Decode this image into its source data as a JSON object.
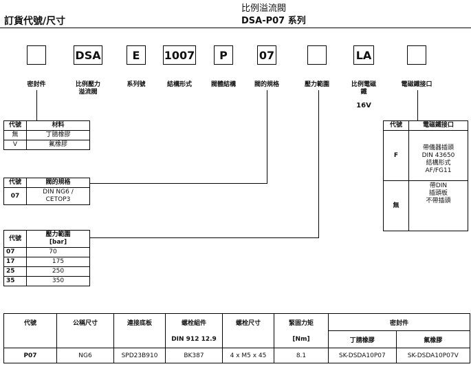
{
  "header": {
    "left_title": "訂貨代號/尺寸",
    "right_line1": "比例溢流閥",
    "right_line2": "DSA-P07 系列"
  },
  "code_boxes": [
    {
      "value": "",
      "label": "密封件"
    },
    {
      "value": "DSA",
      "label": "比例壓力\n溢流閥"
    },
    {
      "value": "E",
      "label": "系列號"
    },
    {
      "value": "1007",
      "label": "結構形式"
    },
    {
      "value": "P",
      "label": "閥體結構"
    },
    {
      "value": "07",
      "label": "閥的規格"
    },
    {
      "value": "",
      "label": "壓力範圍"
    },
    {
      "value": "LA",
      "label": "比例電磁\n鐵"
    },
    {
      "value": "",
      "label": "電磁鐵接口"
    }
  ],
  "voltage_note": "16V",
  "seal_table": {
    "headers": [
      "代號",
      "材料"
    ],
    "rows": [
      [
        "無",
        "丁腈橡膠"
      ],
      [
        "V",
        "氟橡膠"
      ]
    ]
  },
  "size_table": {
    "headers": [
      "代號",
      "閥的規格"
    ],
    "rows": [
      [
        "07",
        "DIN NG6 /\nCETOP3"
      ]
    ]
  },
  "pressure_table": {
    "headers": [
      "代號",
      "壓力範圍"
    ],
    "unit": "[bar]",
    "rows": [
      [
        "07",
        "70"
      ],
      [
        "17",
        "175"
      ],
      [
        "25",
        "250"
      ],
      [
        "35",
        "350"
      ]
    ]
  },
  "connector_table": {
    "headers": [
      "代號",
      "電磁鐵接口"
    ],
    "rows": [
      [
        "F",
        "帶儀器插頭\nDIN 43650\n結構形式\nAF/FG11"
      ],
      [
        "無",
        "帶DIN\n插頭板\n不帶插頭"
      ]
    ]
  },
  "bottom_table": {
    "headers": [
      "代號",
      "公稱尺寸",
      "連接底板",
      "螺栓組件",
      "螺栓尺寸",
      "緊固力矩",
      "密封件"
    ],
    "subheaders": {
      "bolt_kit": "DIN 912 12.9",
      "torque": "[Nm]",
      "seal_nbr": "丁腈橡膠",
      "seal_fkm": "氟橡膠"
    },
    "row": [
      "P07",
      "NG6",
      "SPD23B910",
      "BK387",
      "4 x M5 x 45",
      "8.1",
      "SK-DSDA10P07",
      "SK-DSDA10P07V"
    ]
  }
}
